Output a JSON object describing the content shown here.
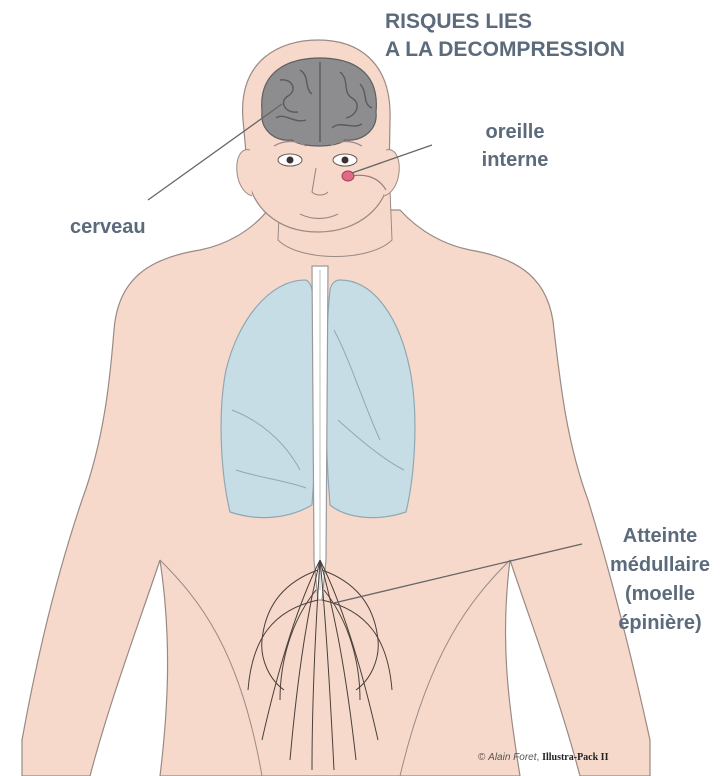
{
  "title": {
    "line1": "RISQUES LIES",
    "line2": "A LA DECOMPRESSION"
  },
  "labels": {
    "oreille": [
      "oreille",
      "interne"
    ],
    "cerveau": "cerveau",
    "moelle": [
      "Atteinte",
      "médullaire",
      "(moelle",
      "épinière)"
    ]
  },
  "credit": {
    "symbol": "©",
    "author": "Alain Foret",
    "brand": "Illustra-Pack II"
  },
  "colors": {
    "skin": "#f7d9cc",
    "outline": "#9a8a84",
    "brain": "#8d8d90",
    "lungs": "#c6dde5",
    "spine": "#ffffff",
    "label_text": "#5c6b7b",
    "inner_ear": "#e36a86"
  }
}
